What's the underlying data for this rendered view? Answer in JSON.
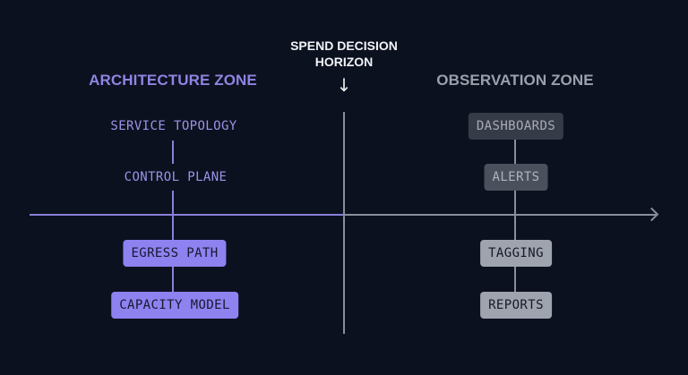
{
  "colors": {
    "background": "#0c1120",
    "architecture_accent": "#8a7fd8",
    "observation_gray": "#8b8f9b",
    "horizon_text": "#f2f3f7"
  },
  "horizon": {
    "label_line1": "SPEND DECISION",
    "label_line2": "HORIZON",
    "arrow": "↓"
  },
  "zones": {
    "architecture": {
      "title": "ARCHITECTURE ZONE",
      "nodes": [
        {
          "label": "SERVICE TOPOLOGY",
          "style": "plain"
        },
        {
          "label": "CONTROL PLANE",
          "style": "plain"
        },
        {
          "label": "EGRESS PATH",
          "style": "filled-purple"
        },
        {
          "label": "CAPACITY MODEL",
          "style": "filled-purple"
        }
      ]
    },
    "observation": {
      "title": "OBSERVATION ZONE",
      "nodes": [
        {
          "label": "DASHBOARDS",
          "style": "dark-gray"
        },
        {
          "label": "ALERTS",
          "style": "mid-gray"
        },
        {
          "label": "TAGGING",
          "style": "light-gray"
        },
        {
          "label": "REPORTS",
          "style": "light-gray"
        }
      ]
    }
  },
  "axis": {
    "direction": "left-to-right",
    "arrowhead": "right"
  }
}
